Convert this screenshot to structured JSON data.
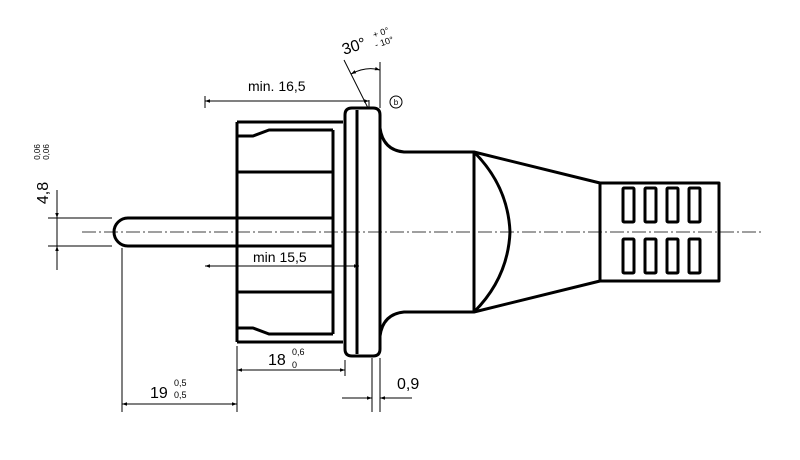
{
  "dimensions": {
    "angle": {
      "value": "30°",
      "tol_upper": "+ 0°",
      "tol_lower": "- 10°"
    },
    "note_marker": "b",
    "min_shroud_length": "min.  16,5",
    "pin_diameter": {
      "value": "4,8",
      "tol_upper": "0,06",
      "tol_lower": "0,06"
    },
    "min_face_length": "min 15,5",
    "shroud_length": {
      "value": "18",
      "tol_upper": "0,6",
      "tol_lower": "0"
    },
    "pin_length": {
      "value": "19",
      "tol_upper": "0,5",
      "tol_lower": "0,5"
    },
    "flange_gap": "0,9"
  }
}
